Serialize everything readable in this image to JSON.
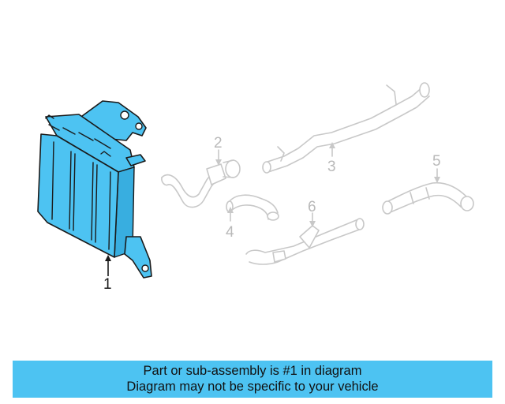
{
  "callouts": {
    "c1": "1",
    "c2": "2",
    "c3": "3",
    "c4": "4",
    "c5": "5",
    "c6": "6"
  },
  "colors": {
    "highlight": "#4dc3f2",
    "ghost_parts": "#c8c8c8",
    "banner": "#4dc3f2"
  },
  "banner": {
    "line1": "Part or sub-assembly is #1 in diagram",
    "line2": "Diagram may not be specific to your vehicle"
  }
}
